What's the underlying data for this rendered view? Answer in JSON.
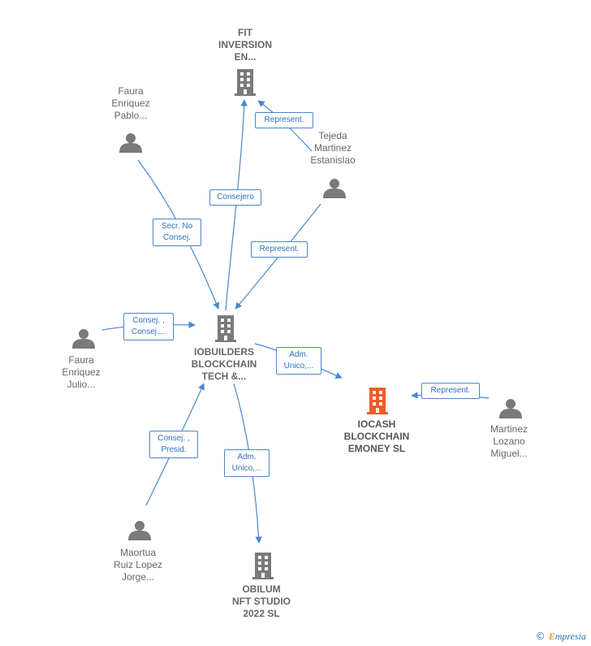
{
  "nodes": {
    "fit_inversion": {
      "label": "FIT\nINVERSION\nEN..."
    },
    "faura_pablo": {
      "label": "Faura\nEnriquez\nPablo..."
    },
    "tejeda": {
      "label": "Tejeda\nMartinez\nEstanislao"
    },
    "iobuilders": {
      "label": "IOBUILDERS\nBLOCKCHAIN\nTECH &..."
    },
    "faura_julio": {
      "label": "Faura\nEnriquez\nJulio..."
    },
    "iocash": {
      "label": "IOCASH\nBLOCKCHAIN\nEMONEY  SL"
    },
    "martinez_lozano": {
      "label": "Martinez\nLozano\nMiguel..."
    },
    "maortua": {
      "label": "Maortua\nRuiz Lopez\nJorge..."
    },
    "obilum": {
      "label": "OBILUM\nNFT STUDIO\n2022  SL"
    }
  },
  "edges": {
    "tejeda_fit": {
      "label": "Represent."
    },
    "iob_fit": {
      "label": "Consejero"
    },
    "pablo_iob": {
      "label": "Secr.  No\nConsej."
    },
    "tejeda_iob": {
      "label": "Represent."
    },
    "julio_iob": {
      "label": "Consej. ,\nConsej...."
    },
    "iob_iocash": {
      "label": "Adm.\nUnico,..."
    },
    "martinez_iocash": {
      "label": "Represent."
    },
    "maortua_iob": {
      "label": "Consej. ,\nPresid."
    },
    "iob_obilum": {
      "label": "Adm.\nUnico,..."
    }
  },
  "colors": {
    "edge": "#4a86d0",
    "company": "#7a7a7a",
    "highlight": "#f05a28",
    "person": "#7a7a7a"
  },
  "icons": {
    "company": "building-icon",
    "person": "person-icon"
  },
  "watermark": {
    "symbol": "©",
    "brand_initial": "E",
    "brand_rest": "mpresia"
  }
}
